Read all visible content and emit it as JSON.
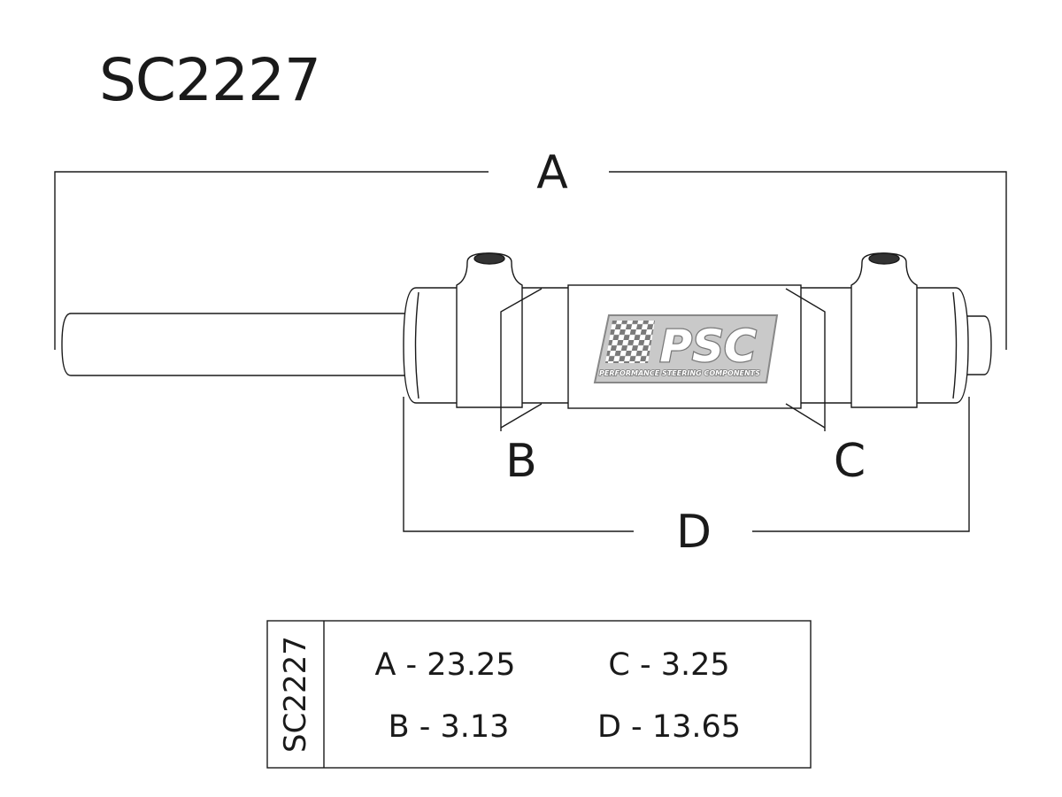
{
  "part_number": "SC2227",
  "dimension_labels": {
    "a": "A",
    "b": "B",
    "c": "C",
    "d": "D"
  },
  "logo": {
    "brand": "PSC",
    "tagline": "PERFORMANCE STEERING COMPONENTS"
  },
  "spec_table": {
    "side_label": "SC2227",
    "a": "A - 23.25",
    "b": "B - 3.13",
    "c": "C - 3.25",
    "d": "D - 13.65"
  },
  "colors": {
    "line": "#1a1a1a",
    "logo_fill": "#c9c9c9",
    "logo_stroke": "#888888",
    "checker": "#7a7a7a"
  }
}
